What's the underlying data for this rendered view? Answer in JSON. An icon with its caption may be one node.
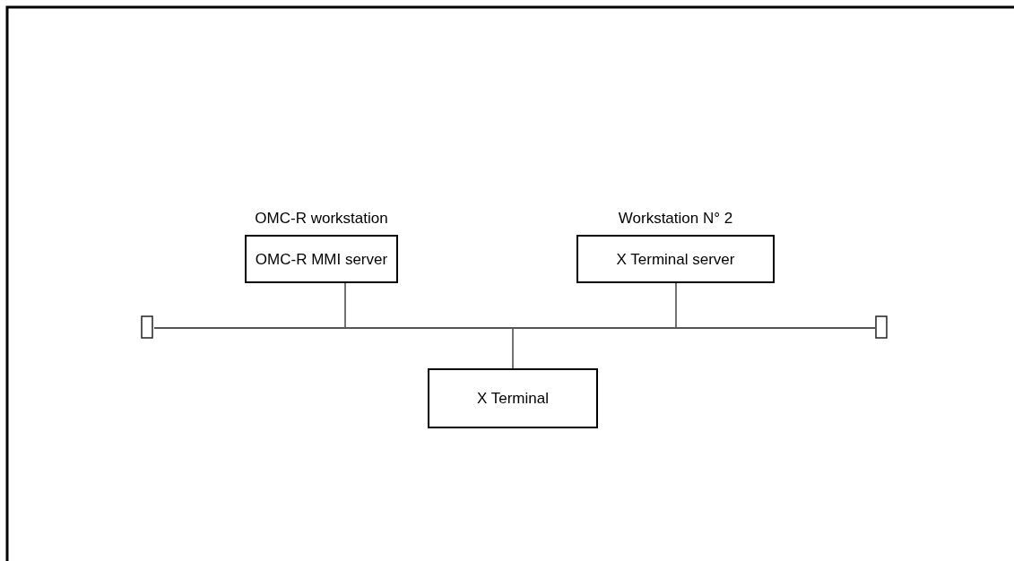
{
  "diagram": {
    "nodes": [
      {
        "text": [
          "OMC-R workstation",
          "OMC-R MMI server"
        ]
      },
      {
        "text": [
          "Workstation N° 2",
          "X Terminal server"
        ]
      },
      {
        "text": [
          "X Terminal"
        ]
      },
      {
        "text": [],
        "shape": "bar"
      }
    ],
    "edges": [
      {
        "from": 0,
        "to": 3,
        "arrow": "none"
      },
      {
        "from": 1,
        "to": 3,
        "arrow": "none"
      },
      {
        "from": 2,
        "to": 3,
        "arrow": "none"
      }
    ]
  }
}
